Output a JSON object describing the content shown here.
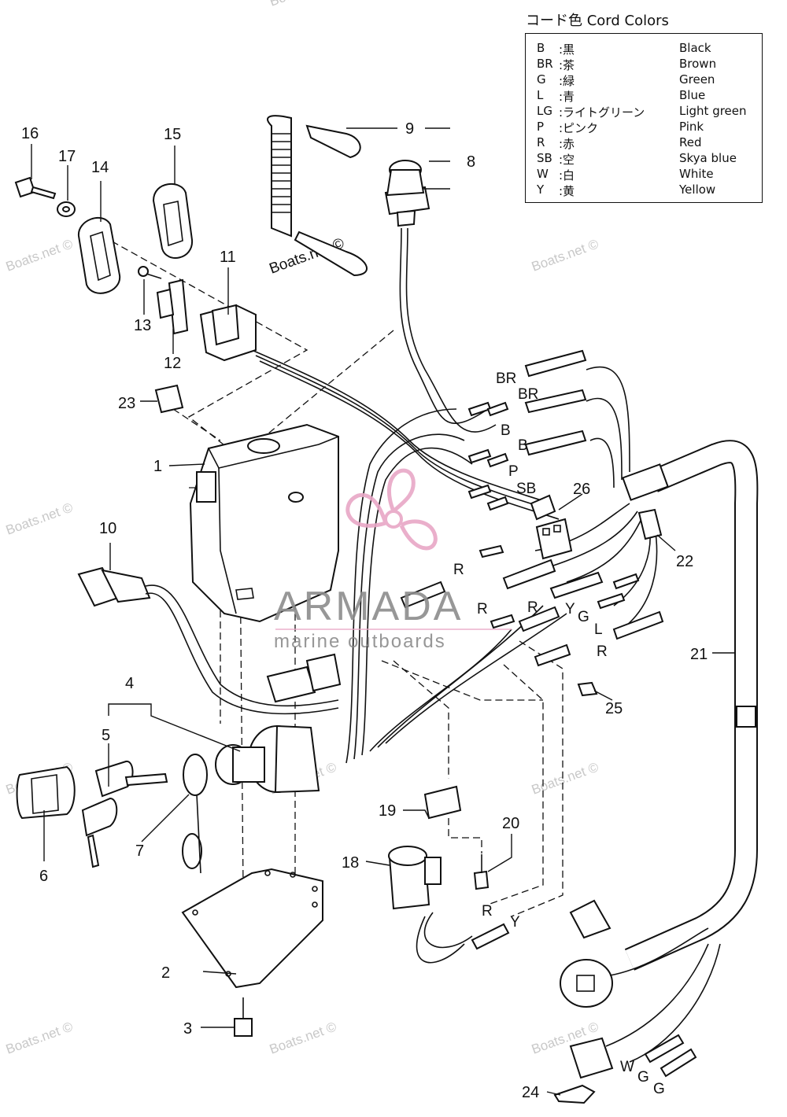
{
  "legend": {
    "title": "コード色 Cord Colors",
    "rows": [
      {
        "code": "B",
        "jp": ":黒",
        "en": "Black"
      },
      {
        "code": "BR",
        "jp": ":茶",
        "en": "Brown"
      },
      {
        "code": "G",
        "jp": ":緑",
        "en": "Green"
      },
      {
        "code": "L",
        "jp": ":青",
        "en": "Blue"
      },
      {
        "code": "LG",
        "jp": ":ライトグリーン",
        "en": "Light green"
      },
      {
        "code": "P",
        "jp": ":ピンク",
        "en": "Pink"
      },
      {
        "code": "R",
        "jp": ":赤",
        "en": "Red"
      },
      {
        "code": "SB",
        "jp": ":空",
        "en": "Skya blue"
      },
      {
        "code": "W",
        "jp": ":白",
        "en": "White"
      },
      {
        "code": "Y",
        "jp": ":黄",
        "en": "Yellow"
      }
    ]
  },
  "callouts": [
    "1",
    "2",
    "3",
    "4",
    "5",
    "6",
    "7",
    "8",
    "9",
    "10",
    "11",
    "12",
    "13",
    "14",
    "15",
    "16",
    "17",
    "18",
    "19",
    "20",
    "21",
    "22",
    "23",
    "24",
    "25",
    "26"
  ],
  "wire_labels": [
    "BR",
    "BR",
    "B",
    "B",
    "P",
    "SB",
    "R",
    "R",
    "R",
    "Y",
    "G",
    "L",
    "R",
    "R",
    "Y",
    "W",
    "G",
    "G"
  ],
  "watermark": {
    "site": "Boats.net ©",
    "brand": "ARMADA",
    "tagline": "marine outboards"
  },
  "colors": {
    "line": "#111111",
    "brand_pink": "#e8a7c6",
    "brand_gray": "#8c8c8c",
    "watermark": "#c8c8c8"
  }
}
